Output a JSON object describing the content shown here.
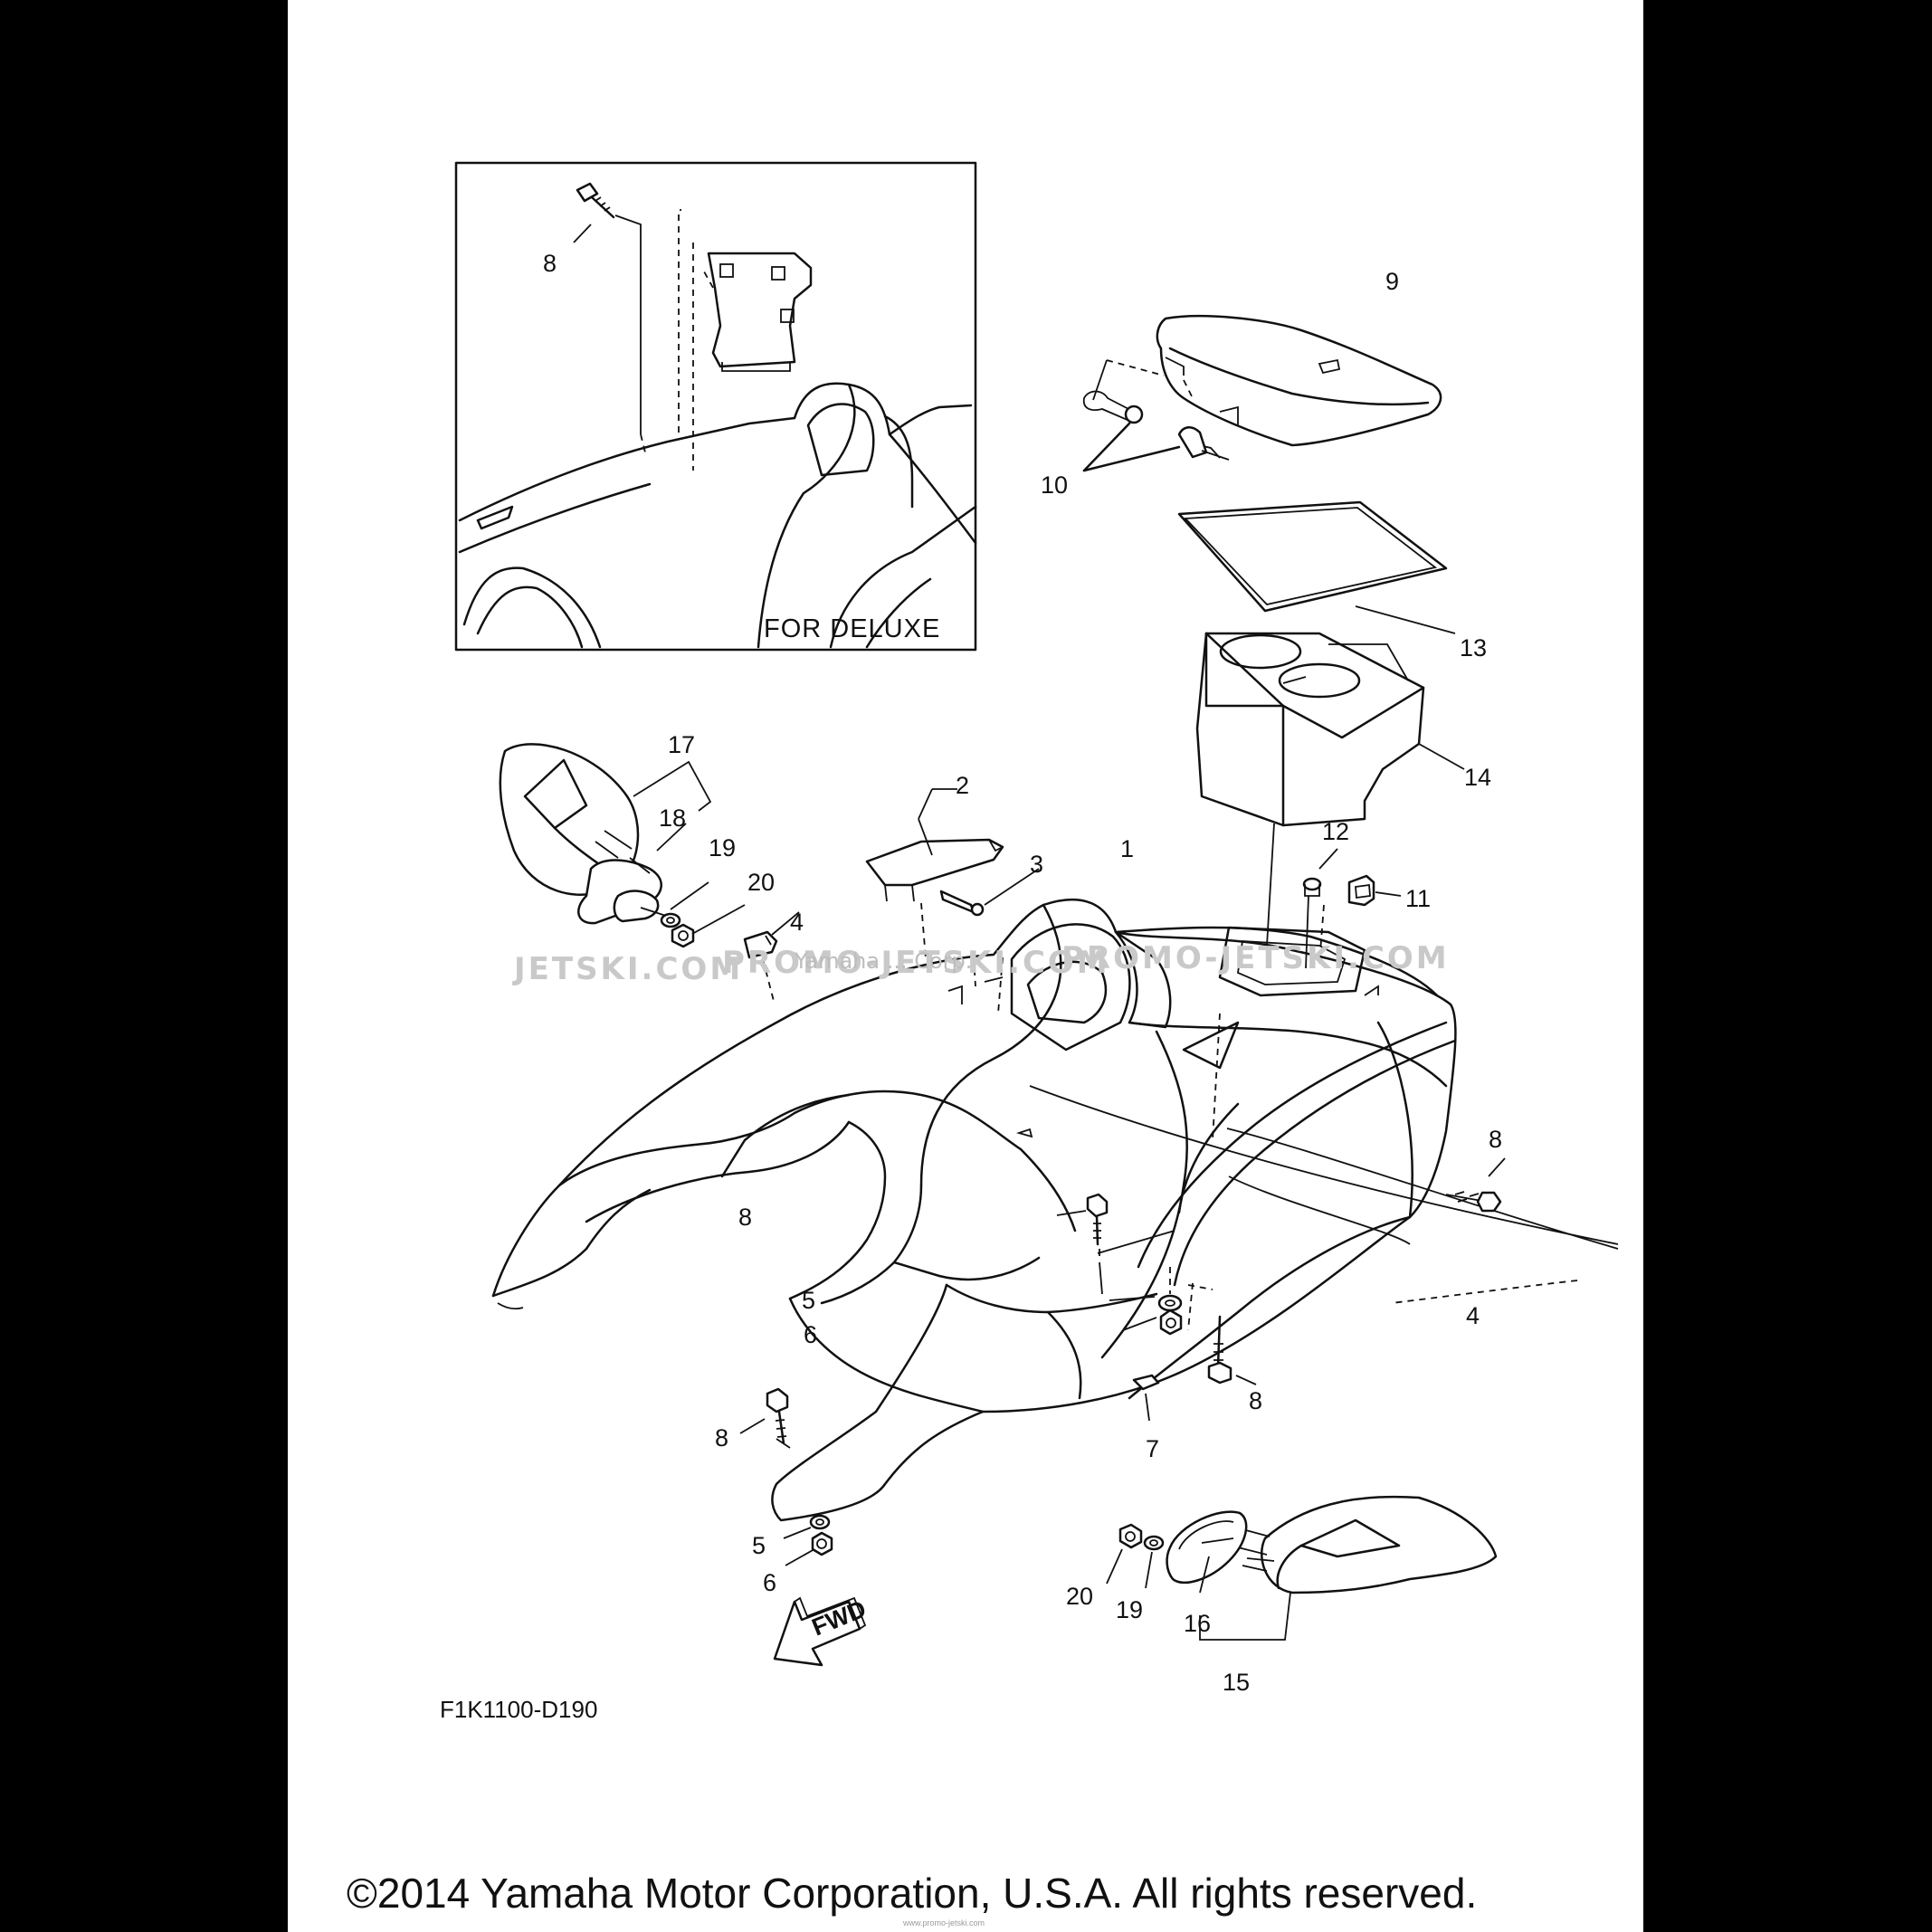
{
  "inset": {
    "caption": "FOR DELUXE"
  },
  "diagram_code": "F1K1100-D190",
  "fwd_label": "FWD",
  "watermarks": {
    "left": "JETSKI.COM",
    "center": "PROMO-JETSKI.COM",
    "right": "PROMO-JETSKI.COM",
    "overlay": "Yamaha ... Corp."
  },
  "copyright": "©2014 Yamaha Motor Corporation, U.S.A. All rights reserved.",
  "fine_print": "www.promo-jetski.com",
  "callouts": [
    {
      "id": "c-inset-8",
      "text": "8"
    },
    {
      "id": "c-9",
      "text": "9"
    },
    {
      "id": "c-10",
      "text": "10"
    },
    {
      "id": "c-13",
      "text": "13"
    },
    {
      "id": "c-14",
      "text": "14"
    },
    {
      "id": "c-17",
      "text": "17"
    },
    {
      "id": "c-18",
      "text": "18"
    },
    {
      "id": "c-19-l",
      "text": "19"
    },
    {
      "id": "c-20-l",
      "text": "20"
    },
    {
      "id": "c-2",
      "text": "2"
    },
    {
      "id": "c-3",
      "text": "3"
    },
    {
      "id": "c-1",
      "text": "1"
    },
    {
      "id": "c-12",
      "text": "12"
    },
    {
      "id": "c-11",
      "text": "11"
    },
    {
      "id": "c-4-l",
      "text": "4"
    },
    {
      "id": "c-8-r",
      "text": "8"
    },
    {
      "id": "c-8-m",
      "text": "8"
    },
    {
      "id": "c-5-m",
      "text": "5"
    },
    {
      "id": "c-6-m",
      "text": "6"
    },
    {
      "id": "c-4-r",
      "text": "4"
    },
    {
      "id": "c-8-b",
      "text": "8"
    },
    {
      "id": "c-7",
      "text": "7"
    },
    {
      "id": "c-8-f",
      "text": "8"
    },
    {
      "id": "c-5-f",
      "text": "5"
    },
    {
      "id": "c-6-f",
      "text": "6"
    },
    {
      "id": "c-20-r",
      "text": "20"
    },
    {
      "id": "c-19-r",
      "text": "19"
    },
    {
      "id": "c-16",
      "text": "16"
    },
    {
      "id": "c-15",
      "text": "15"
    }
  ]
}
